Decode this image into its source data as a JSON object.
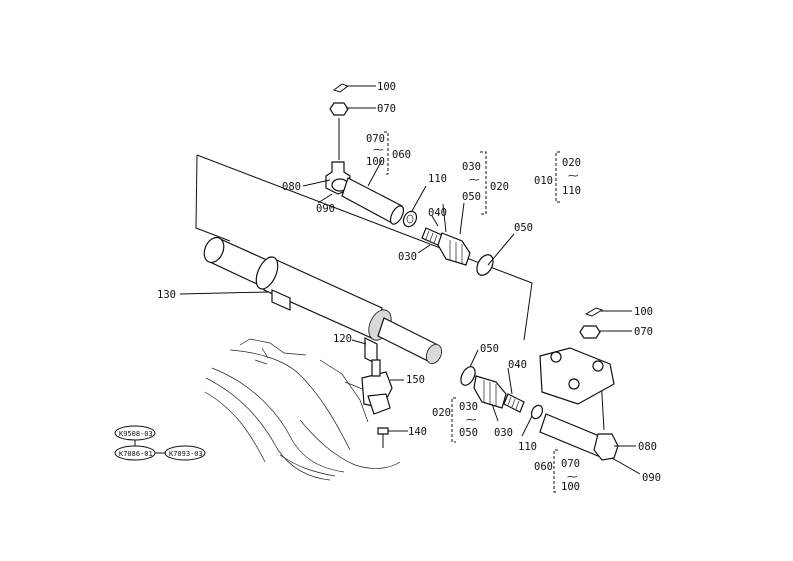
{
  "labels": {
    "p100_top": "100",
    "p070_top": "070",
    "p070_b1": "070",
    "p_tilde_b1": "⁓",
    "p100_b1": "100",
    "p060_b1": "060",
    "p080_top": "080",
    "p090_top": "090",
    "p110_top": "110",
    "p040_top": "040",
    "p030_top": "030",
    "p030_b2": "030",
    "p_tilde_b2": "⁓",
    "p050_b2": "050",
    "p020_top": "020",
    "p050_top": "050",
    "p010": "010",
    "p020_b3": "020",
    "p_tilde_b3": "⁓",
    "p110_b3": "110",
    "p130": "130",
    "p120": "120",
    "p050_mid": "050",
    "p040_mid": "040",
    "p150": "150",
    "p020_low": "020",
    "p030_b4": "030",
    "p_tilde_b4": "⁓",
    "p050_b4": "050",
    "p030_low": "030",
    "p110_low": "110",
    "p140": "140",
    "p100_right": "100",
    "p070_right": "070",
    "p080_right": "080",
    "p090_right": "090",
    "p060_b5": "060",
    "p070_b5": "070",
    "p_tilde_b5": "⁓",
    "p100_b5": "100"
  },
  "refs": {
    "r1": "K9508-03",
    "r2": "K7086-01",
    "r3": "K7093-03"
  }
}
